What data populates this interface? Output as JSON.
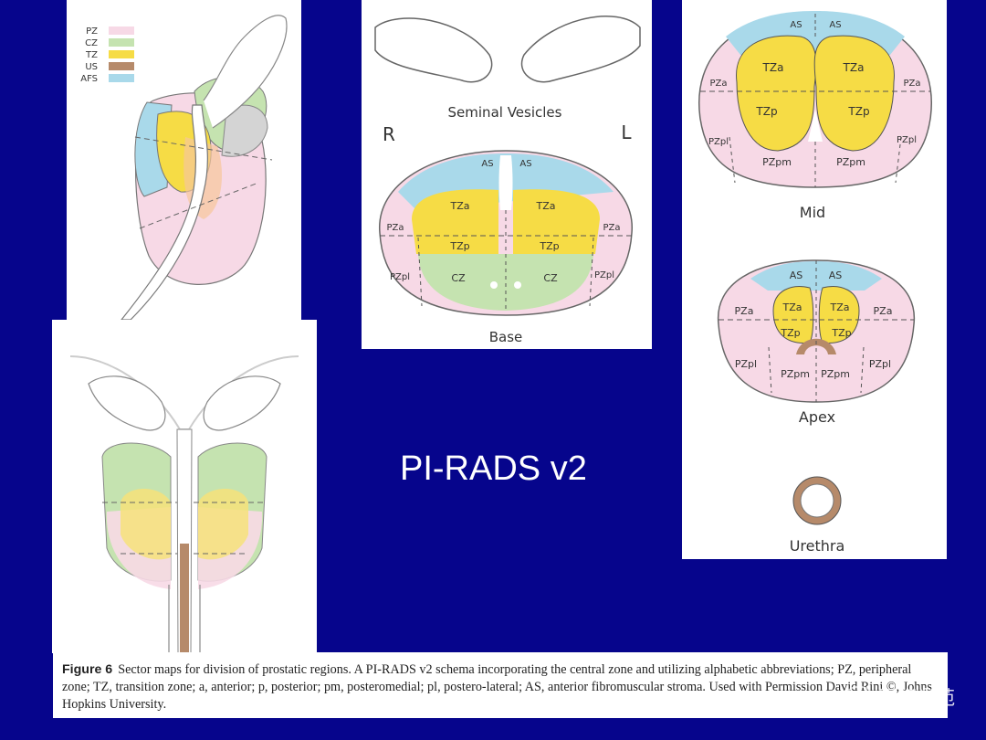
{
  "legend": {
    "items": [
      {
        "label": "PZ",
        "color": "#f7d9e6"
      },
      {
        "label": "CZ",
        "color": "#c5e3b0"
      },
      {
        "label": "TZ",
        "color": "#f6dc45"
      },
      {
        "label": "US",
        "color": "#b68a6a"
      },
      {
        "label": "AFS",
        "color": "#a9d9ea"
      }
    ]
  },
  "base_panel": {
    "seminal_label": "Seminal Vesicles",
    "right_label": "R",
    "left_label": "L",
    "zones": {
      "as_left": "AS",
      "as_right": "AS",
      "tza_left": "TZa",
      "tza_right": "TZa",
      "tzp_left": "TZp",
      "tzp_right": "TZp",
      "pza_left": "PZa",
      "pza_right": "PZa",
      "pzpl_left": "PZpl",
      "pzpl_right": "PZpl",
      "cz_left": "CZ",
      "cz_right": "CZ"
    },
    "section_label": "Base"
  },
  "mid_panel": {
    "zones": {
      "as_left": "AS",
      "as_right": "AS",
      "tza_left": "TZa",
      "tza_right": "TZa",
      "tzp_left": "TZp",
      "tzp_right": "TZp",
      "pza_left": "PZa",
      "pza_right": "PZa",
      "pzpl_left": "PZpl",
      "pzpl_right": "PZpl",
      "pzpm_left": "PZpm",
      "pzpm_right": "PZpm"
    },
    "section_label": "Mid"
  },
  "apex_panel": {
    "zones": {
      "as_left": "AS",
      "as_right": "AS",
      "tza_left": "TZa",
      "tza_right": "TZa",
      "tzp_left": "TZp",
      "tzp_right": "TZp",
      "pza_left": "PZa",
      "pza_right": "PZa",
      "pzpl_left": "PZpl",
      "pzpl_right": "PZpl",
      "pzpm_left": "PZpm",
      "pzpm_right": "PZpm"
    },
    "section_label": "Apex"
  },
  "urethra_label": "Urethra",
  "slide_title": "PI-RADS v2",
  "caption": {
    "figure_label": "Figure 6",
    "text": "Sector maps for division of prostatic regions. A PI-RADS v2 schema incorporating the central zone and utilizing alphabetic abbreviations; PZ, peripheral zone; TZ, transition zone; a, anterior; p, posterior; pm, posteromedial; pl, postero-lateral; AS, anterior fibromuscular stroma. Used with Permission David Rini ©, Johns Hopkins University."
  },
  "watermark": "影领学苑",
  "colors": {
    "background": "#06058c",
    "pz": "#f7d9e6",
    "cz": "#c5e3b0",
    "tz": "#f6dc45",
    "us": "#b68a6a",
    "afs": "#a9d9ea"
  }
}
